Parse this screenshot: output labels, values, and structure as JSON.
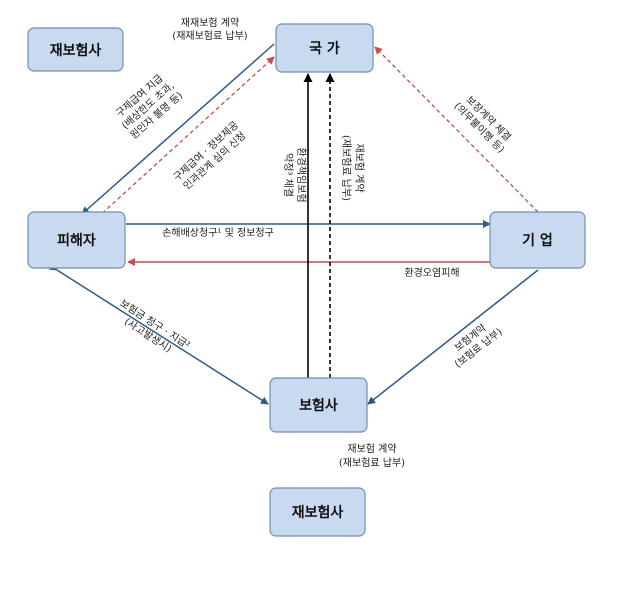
{
  "nodes": {
    "reinsurer_top": "재보험사",
    "state": "국 가",
    "victim": "피해자",
    "company": "기 업",
    "insurer": "보험사",
    "reinsurer_bottom": "재보험사"
  },
  "labels": {
    "reins_top_1": "재재보험 계약",
    "reins_top_2": "(재재보험료 납부)",
    "relief_pay_1": "구제급여 지급",
    "relief_pay_2": "(배상한도 초과,",
    "relief_pay_3": "원인자 불명 등)",
    "relief_app_1": "구제급여 · 정보제공",
    "relief_app_2": "인과관계 심의 신청",
    "env_ins_1": "환경책임보험",
    "env_ins_2": "약정³ 체결",
    "reins_contract_1": "재보험 계약",
    "reins_contract_2": "(재보험료 납부)",
    "guarantee_1": "보장계약 체결",
    "guarantee_2": "(의무불이행 등)",
    "damage_claim": "손해배상청구¹ 및 정보청구",
    "pollution": "환경오염피해",
    "ins_claim_1": "보험금 청구 · 지급²",
    "ins_claim_2": "(사고발생시)",
    "ins_contract_1": "보험계약",
    "ins_contract_2": "(보험료 납부)",
    "reins_bottom_1": "재보험 계약",
    "reins_bottom_2": "(재보험료 납부)"
  },
  "colors": {
    "node_fill": "#c9d9ef",
    "node_border": "#6f8fb5",
    "blue_arrow": "#2e5a8a",
    "red_arrow": "#c0504d",
    "black_arrow": "#000000"
  }
}
